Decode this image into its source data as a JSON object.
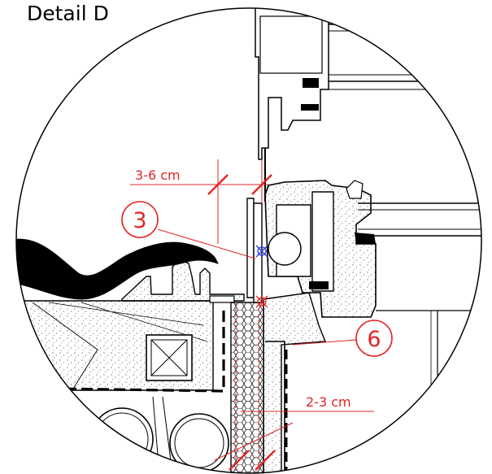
{
  "title": "Detail D",
  "labels": {
    "callout_3": "3",
    "callout_6": "6",
    "dim_top": "3-6 cm",
    "dim_bottom": "2-3 cm"
  },
  "colors": {
    "line": "#000000",
    "annotation": "#e32424",
    "fixing": "#2b3fd6"
  }
}
